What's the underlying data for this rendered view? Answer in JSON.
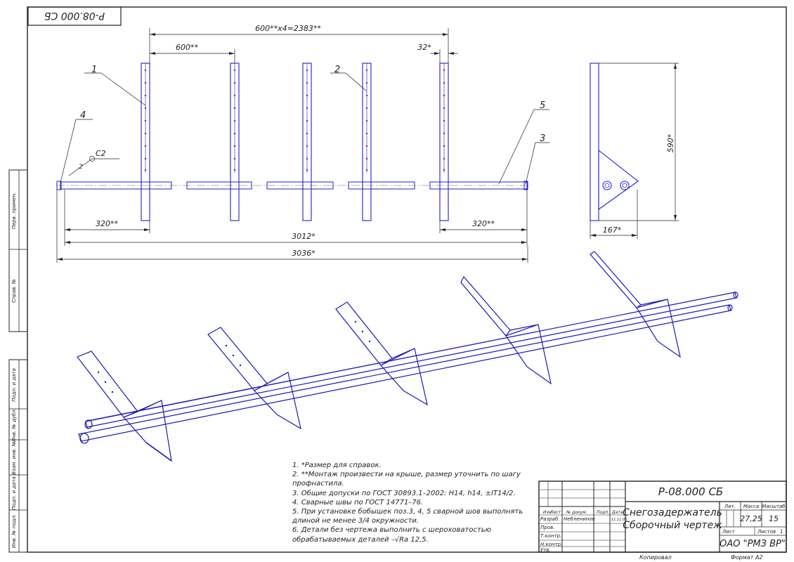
{
  "code_top": "Р-08.000 СБ",
  "dims": {
    "top_total": "600**x4=2383**",
    "pitch": "600**",
    "width32": "32*",
    "left320": "320**",
    "right320": "320**",
    "len3012": "3012*",
    "len3036": "3036*",
    "height590": "590*",
    "width167": "167*"
  },
  "positions": [
    "1",
    "2",
    "3",
    "4",
    "5"
  ],
  "weld": {
    "size": "2",
    "symbol": "С2"
  },
  "notes": [
    "1. *Размер для справок.",
    "2. **Монтаж произвести на крыше, размер уточнить по шагу профнастила.",
    "3. Общие допуски по ГОСТ 30893.1–2002: H14, h14, ±IT14/2.",
    "4. Сварные швы по ГОСТ 14771–76.",
    "5. При установке бобышек поз.3, 4, 5 сварной шов выполнять длиной не менее 3/4 окружности.",
    "6. Детали без чертежа выполнить с шероховатостью обрабатываемых деталей –√Ra 12,5."
  ],
  "side_labels": [
    "Перв. примен.",
    "Справ. №",
    "Подп. и дата",
    "Инв. № дубл.",
    "Взам. инв. №",
    "Подп. и дата",
    "Инв. № подл."
  ],
  "title_block": {
    "code": "Р-08.000 СБ",
    "name_line1": "Снегозадержатель",
    "name_line2": "Сборочный чертеж",
    "col_headers": [
      "Изм",
      "Лист",
      "№ докум.",
      "Подп.",
      "Дата"
    ],
    "roles": [
      "Разраб.",
      "Пров.",
      "Т.контр.",
      "",
      "Н.контр.",
      "Утв."
    ],
    "developer": "Неблениное",
    "date": "11.11.06",
    "lit_label": "Лит.",
    "mass_label": "Масса",
    "scale_label": "Масштаб",
    "mass": "27,25",
    "scale": "15",
    "sheet_label": "Лист",
    "sheets_label": "Листов",
    "sheets": "1",
    "org": "ОАО \"РМЗ ВР\""
  },
  "footer": {
    "copied": "Копировал",
    "format": "Формат   А2"
  }
}
